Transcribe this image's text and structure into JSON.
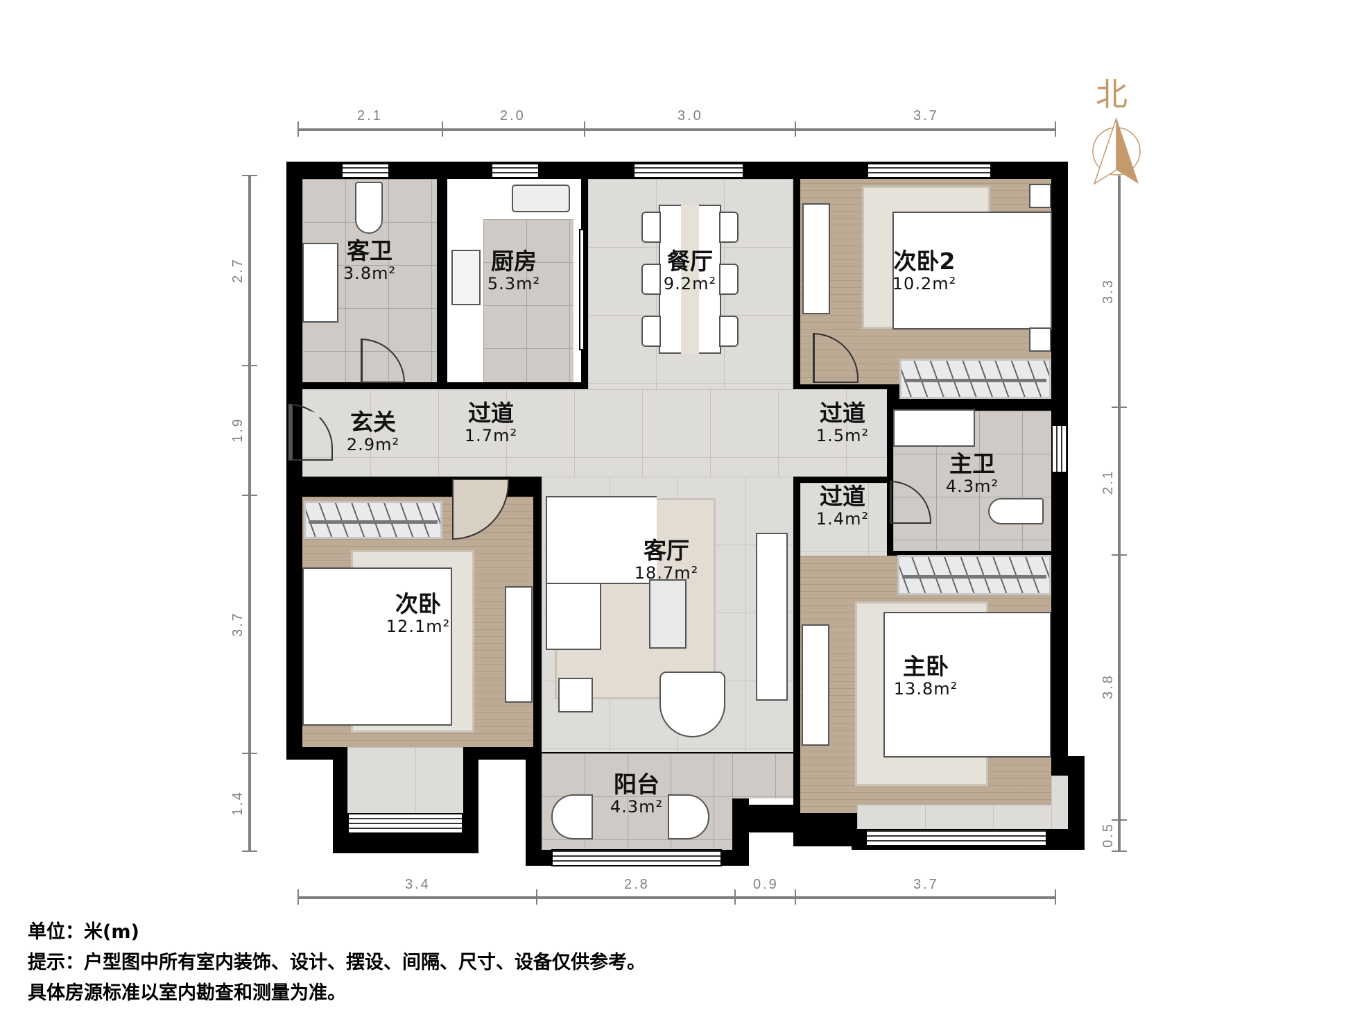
{
  "compass": {
    "label": "北",
    "color": "#c49a6c",
    "icon": "north-arrow-icon"
  },
  "dimensions": {
    "top": [
      "2.1",
      "2.0",
      "3.0",
      "3.7"
    ],
    "bottom": [
      "3.4",
      "2.8",
      "0.9",
      "3.7"
    ],
    "left": [
      "2.7",
      "1.9",
      "3.7",
      "1.4"
    ],
    "right": [
      "3.3",
      "2.1",
      "3.8",
      "0.5"
    ]
  },
  "rooms": {
    "guest_bath": {
      "name": "客卫",
      "area": "3.8m²"
    },
    "kitchen": {
      "name": "厨房",
      "area": "5.3m²"
    },
    "dining": {
      "name": "餐厅",
      "area": "9.2m²"
    },
    "bedroom2": {
      "name": "次卧2",
      "area": "10.2m²"
    },
    "entry": {
      "name": "玄关",
      "area": "2.9m²"
    },
    "corridor1": {
      "name": "过道",
      "area": "1.7m²"
    },
    "corridor2": {
      "name": "过道",
      "area": "1.5m²"
    },
    "corridor3": {
      "name": "过道",
      "area": "1.4m²"
    },
    "master_bath": {
      "name": "主卫",
      "area": "4.3m²"
    },
    "living": {
      "name": "客厅",
      "area": "18.7m²"
    },
    "second_bedroom": {
      "name": "次卧",
      "area": "12.1m²"
    },
    "master_bedroom": {
      "name": "主卧",
      "area": "13.8m²"
    },
    "balcony": {
      "name": "阳台",
      "area": "4.3m²"
    }
  },
  "notes": {
    "unit": "单位：米(m)",
    "hint": "提示：户型图中所有室内装饰、设计、摆设、间隔、尺寸、设备仅供参考。",
    "standard": "具体房源标准以室内勘查和测量为准。"
  },
  "colors": {
    "wall": "#000000",
    "wood": "#b9a58d",
    "tile": "#cfcac5",
    "marble": "#dedcd8",
    "dimension": "#808080"
  }
}
